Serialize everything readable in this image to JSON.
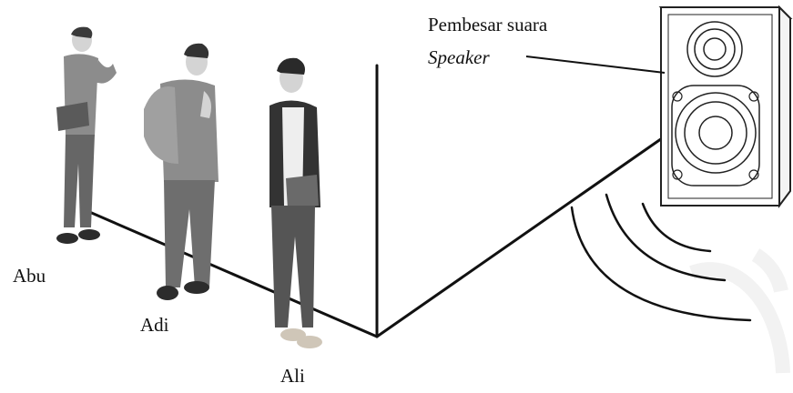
{
  "people": [
    {
      "name": "Abu"
    },
    {
      "name": "Adi"
    },
    {
      "name": "Ali"
    }
  ],
  "speaker_label": {
    "line1": "Pembesar suara",
    "line2": "Speaker"
  }
}
